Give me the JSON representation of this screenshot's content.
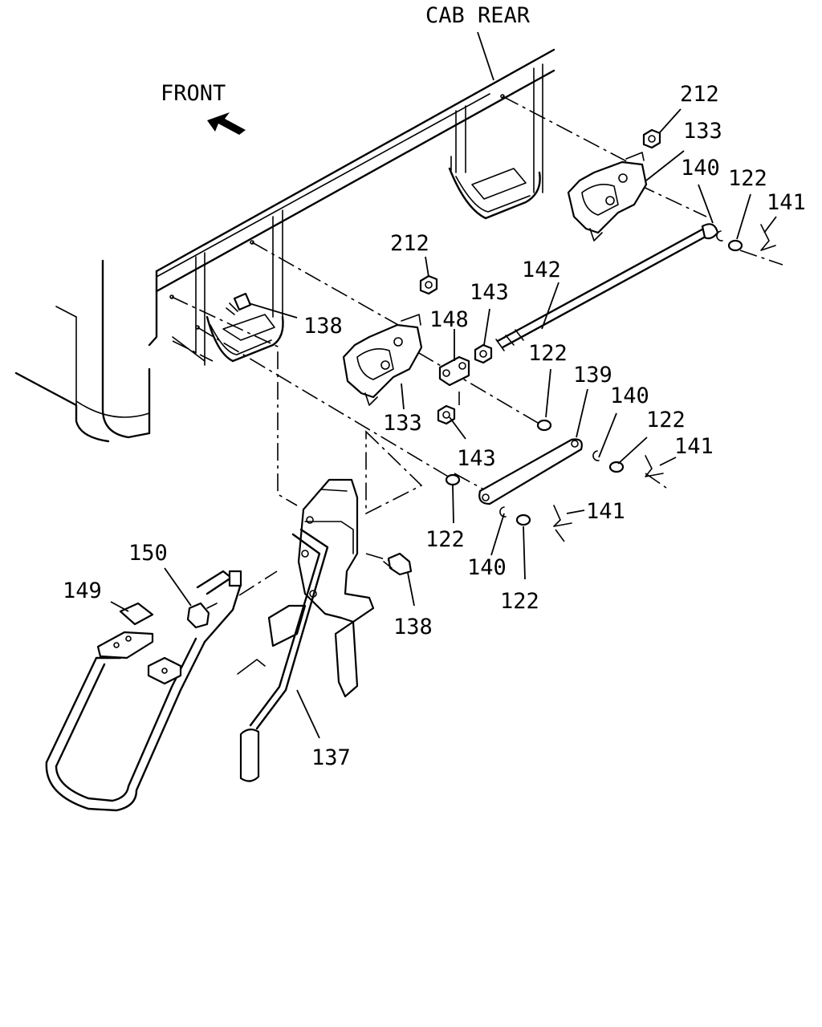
{
  "header": {
    "title": "CAB REAR"
  },
  "orientation": {
    "label": "FRONT"
  },
  "callouts": {
    "c212a": "212",
    "c133a": "133",
    "c140a": "140",
    "c122a": "122",
    "c141a": "141",
    "c212b": "212",
    "c142": "142",
    "c143a": "143",
    "c148": "148",
    "c138a": "138",
    "c122b": "122",
    "c139": "139",
    "c140b": "140",
    "c122c": "122",
    "c133b": "133",
    "c143b": "143",
    "c141b": "141",
    "c122d": "122",
    "c141c": "141",
    "c140c": "140",
    "c122e": "122",
    "c150": "150",
    "c149": "149",
    "c138b": "138",
    "c137": "137"
  }
}
